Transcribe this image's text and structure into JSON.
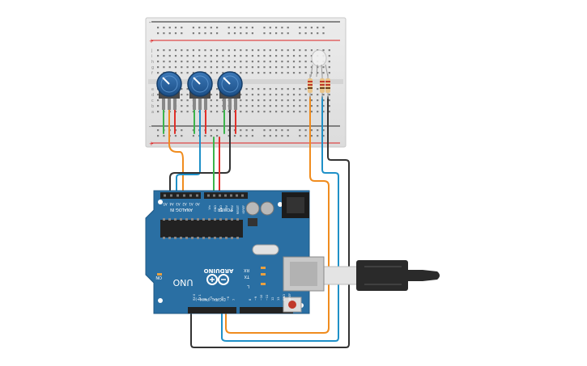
{
  "arduino": {
    "brand": "ARDUINO",
    "model": "UNO",
    "header_power": "POWER",
    "header_analog": "ANALOG IN",
    "header_digital": "DIGITAL (PWM~)",
    "label_on": "ON",
    "label_tx": "TX",
    "label_rx": "RX",
    "label_l": "L",
    "pins_power": [
      "IOREF",
      "RESET",
      "3.3V",
      "5V",
      "GND",
      "GND",
      "Vin"
    ],
    "pins_analog": [
      "A0",
      "A1",
      "A2",
      "A3",
      "A4",
      "A5"
    ],
    "pins_digital": [
      "AREF",
      "GND",
      "13",
      "12",
      "~11",
      "~10",
      "~9",
      "8",
      "7",
      "~6",
      "~5",
      "4",
      "~3",
      "2",
      "TX 1",
      "RX 0"
    ]
  },
  "breadboard": {
    "row_labels_top": [
      "j",
      "i",
      "h",
      "g",
      "f"
    ],
    "row_labels_bottom": [
      "e",
      "d",
      "c",
      "b",
      "a"
    ],
    "rail_plus": "+",
    "rail_minus": "-",
    "column_count": 30
  },
  "components": {
    "potentiometers": 3,
    "resistors": 3,
    "rgb_led": 1
  },
  "colors": {
    "board": "#2a6fa3",
    "wire_orange": "#f08c1e",
    "wire_blue": "#1e90c8",
    "wire_green": "#3cb44b",
    "wire_red": "#e0302a",
    "wire_black": "#333333"
  }
}
